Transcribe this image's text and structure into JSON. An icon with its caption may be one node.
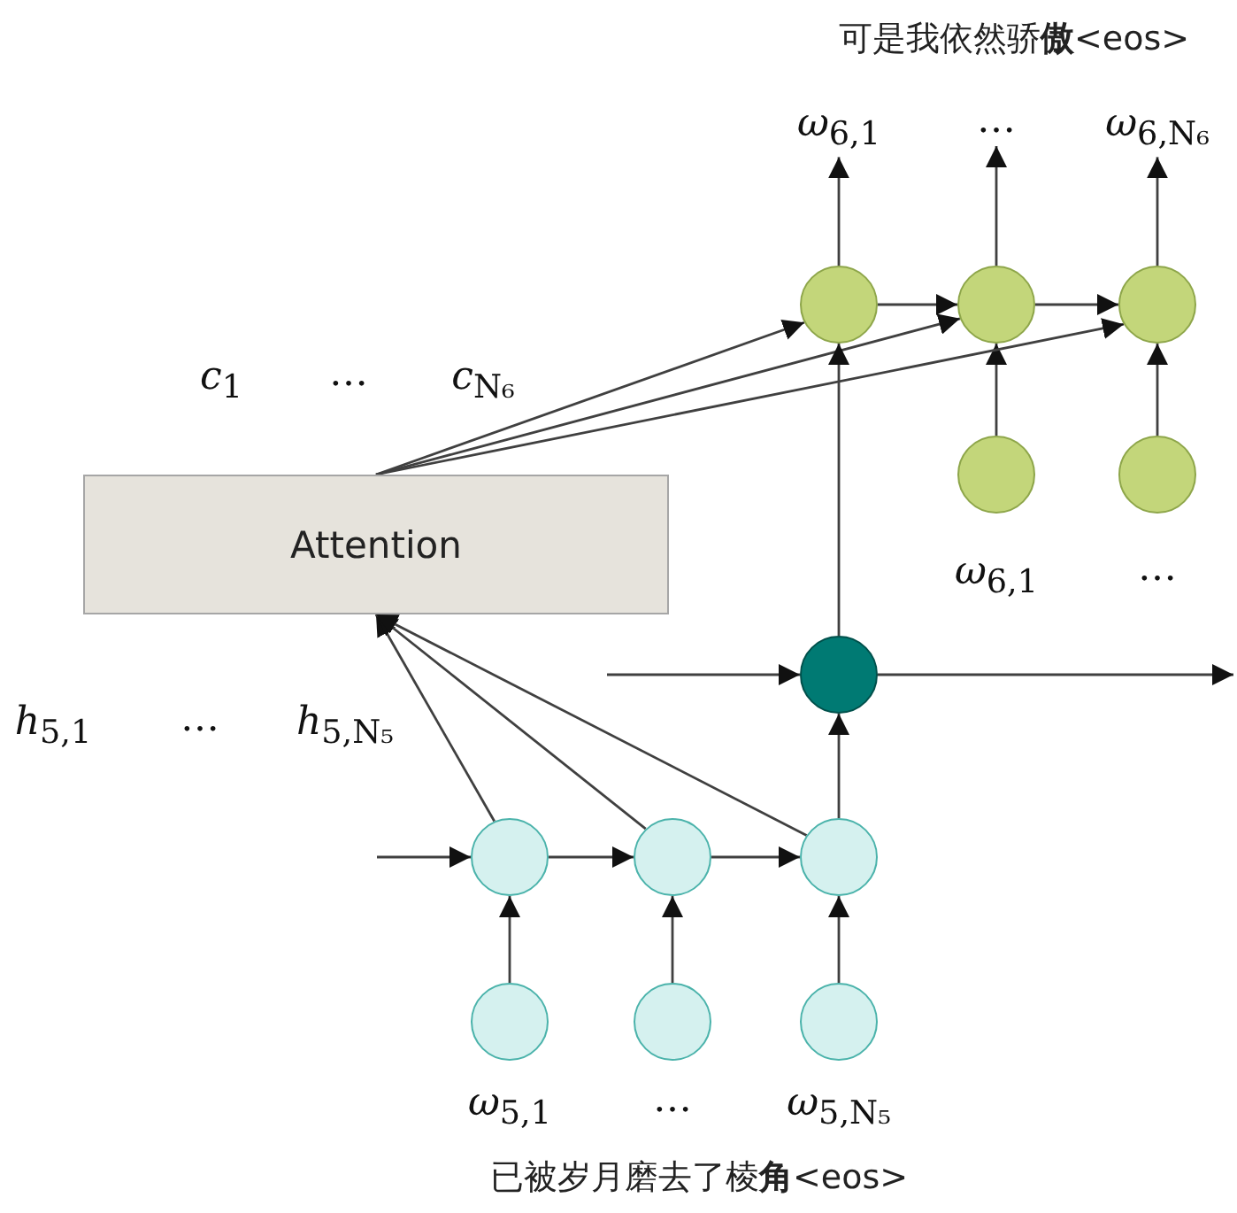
{
  "diagram": {
    "nodes": [
      {
        "text": [
          "Attention"
        ]
      },
      {
        "text": [],
        "shape": "circle"
      },
      {
        "text": [],
        "shape": "circle"
      },
      {
        "text": [],
        "shape": "circle"
      },
      {
        "text": [],
        "shape": "circle"
      },
      {
        "text": [],
        "shape": "circle"
      },
      {
        "text": [],
        "shape": "circle"
      },
      {
        "text": [],
        "shape": "circle"
      },
      {
        "text": [],
        "shape": "circle"
      },
      {
        "text": [],
        "shape": "circle"
      },
      {
        "text": [],
        "shape": "circle"
      },
      {
        "text": [],
        "shape": "circle"
      },
      {
        "text": [],
        "shape": "circle"
      },
      {
        "text": [
          "*ω*$_{6,1}$"
        ]
      },
      {
        "text": [
          "…"
        ]
      },
      {
        "text": [
          "*ω*$_{6,N₆}$"
        ]
      }
    ],
    "edges": [
      {
        "from": 1,
        "to": 13,
        "arrow": "to"
      },
      {
        "from": 2,
        "to": 14,
        "arrow": "to"
      },
      {
        "from": 3,
        "to": 15,
        "arrow": "to"
      },
      {
        "from": 1,
        "to": 2,
        "arrow": "to"
      },
      {
        "from": 2,
        "to": 3,
        "arrow": "to"
      },
      {
        "from": 4,
        "to": 2,
        "arrow": "to"
      },
      {
        "from": 5,
        "to": 3,
        "arrow": "to"
      },
      {
        "from": 0,
        "to": 1,
        "arrow": "to"
      },
      {
        "from": 0,
        "to": 2,
        "arrow": "to"
      },
      {
        "from": 0,
        "to": 3,
        "arrow": "to"
      },
      {
        "from": 6,
        "to": 1,
        "arrow": "to"
      },
      {
        "from": null,
        "to": 6,
        "arrow": "to"
      },
      {
        "from": 6,
        "to": null,
        "arrow": "to"
      },
      {
        "from": 9,
        "to": 6,
        "arrow": "to"
      },
      {
        "from": null,
        "to": 7,
        "arrow": "to"
      },
      {
        "from": 7,
        "to": 8,
        "arrow": "to"
      },
      {
        "from": 8,
        "to": 9,
        "arrow": "to"
      },
      {
        "from": 10,
        "to": 7,
        "arrow": "to"
      },
      {
        "from": 11,
        "to": 8,
        "arrow": "to"
      },
      {
        "from": 12,
        "to": 9,
        "arrow": "to"
      },
      {
        "from": 7,
        "to": 0,
        "arrow": "to"
      },
      {
        "from": 8,
        "to": 0,
        "arrow": "to"
      },
      {
        "from": 9,
        "to": 0,
        "arrow": "to"
      }
    ],
    "labels": [
      "可是我依然骄**傲**<eos>",
      "*c*$_{1}$",
      "…",
      "*c*$_{N₆}$",
      "*ω*$_{6,1}$",
      "…",
      "*h*$_{5,1}$",
      "…",
      "*h*$_{5,N₅}$",
      "*ω*$_{5,1}$",
      "…",
      "*ω*$_{5,N₅}$",
      "已被岁月磨去了棱**角**<eos>"
    ]
  }
}
